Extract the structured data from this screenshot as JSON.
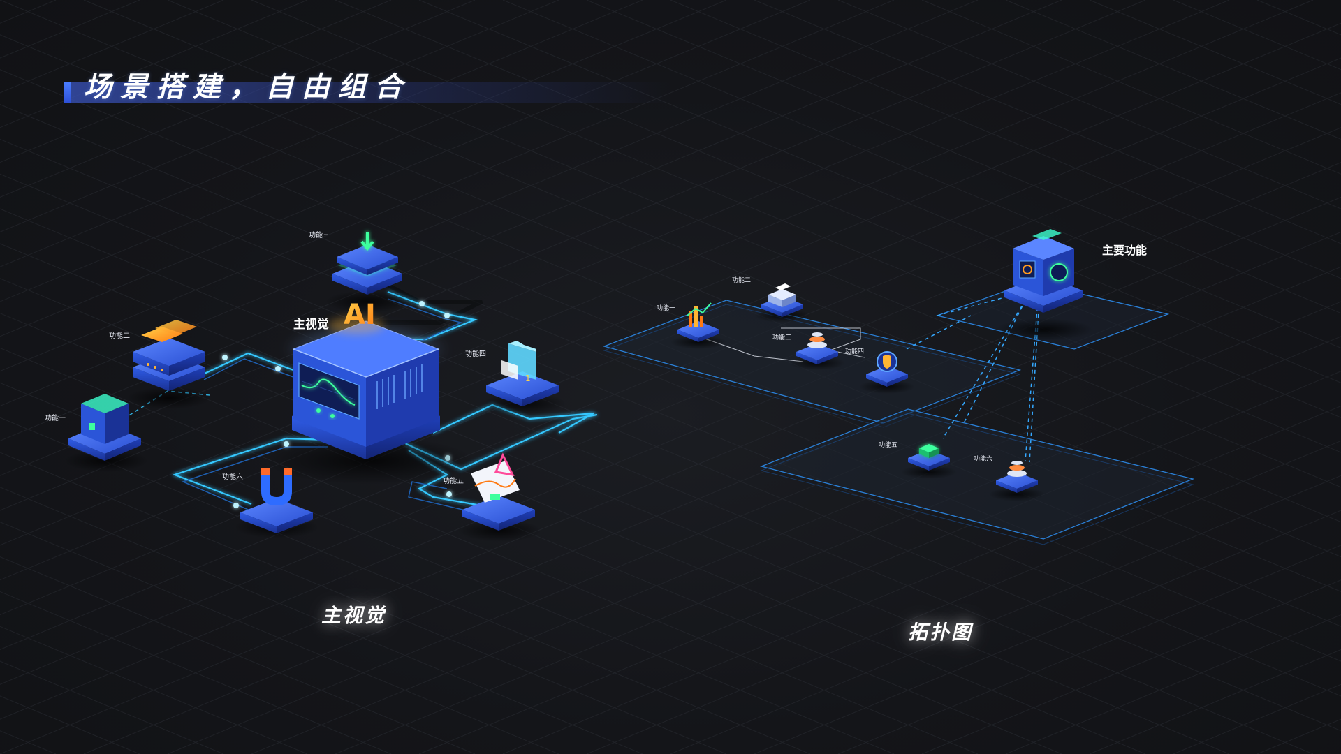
{
  "page": {
    "title": "场景搭建，自由组合"
  },
  "main_visual": {
    "section_label": "主视觉",
    "center_label": "主视觉",
    "center_logo": "AI",
    "modules": [
      {
        "id": "f1",
        "label": "功能一",
        "icon": "server-rack-icon"
      },
      {
        "id": "f2",
        "label": "功能二",
        "icon": "router-icon"
      },
      {
        "id": "f3",
        "label": "功能三",
        "icon": "download-icon"
      },
      {
        "id": "f4",
        "label": "功能四",
        "icon": "folder-icon"
      },
      {
        "id": "f5",
        "label": "功能五",
        "icon": "chart-ruler-icon"
      },
      {
        "id": "f6",
        "label": "功能六",
        "icon": "magnet-icon"
      }
    ]
  },
  "topology": {
    "section_label": "拓扑图",
    "main_label": "主要功能",
    "main_icon": "safe-box-icon",
    "nodes": [
      {
        "id": "t1",
        "label": "功能一",
        "icon": "bar-chart-icon"
      },
      {
        "id": "t2",
        "label": "功能二",
        "icon": "printer-icon"
      },
      {
        "id": "t3",
        "label": "功能三",
        "icon": "stack-icon"
      },
      {
        "id": "t4",
        "label": "功能四",
        "icon": "shield-icon"
      },
      {
        "id": "t5",
        "label": "功能五",
        "icon": "chip-icon"
      },
      {
        "id": "t6",
        "label": "功能六",
        "icon": "stack-icon"
      }
    ]
  },
  "colors": {
    "background": "#131417",
    "accent_blue": "#3a6bff",
    "line_cyan": "#35c8ff",
    "panel_blue": "#2b55d8",
    "highlight_orange": "#ff9a1f",
    "highlight_green": "#3dff9e"
  }
}
